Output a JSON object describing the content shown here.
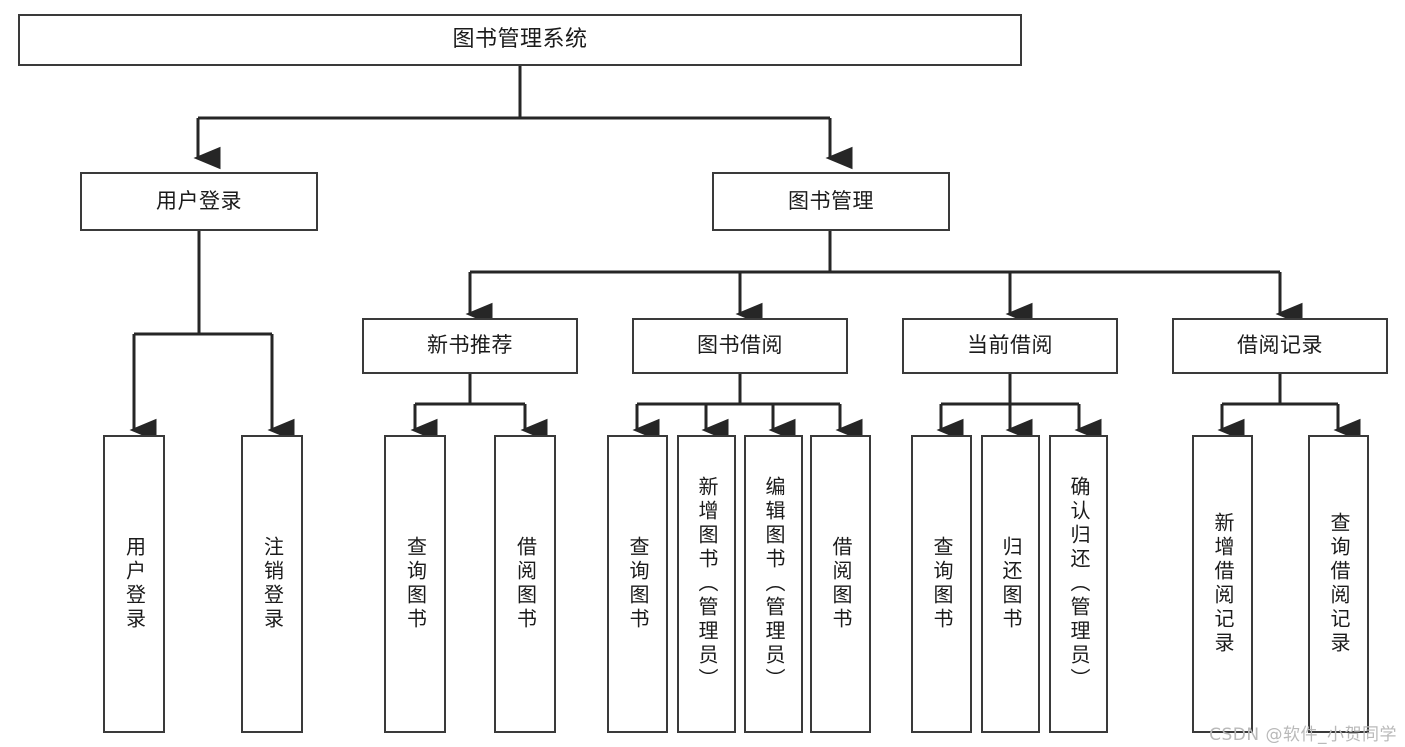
{
  "diagram": {
    "type": "tree",
    "title": "图书管理系统",
    "root": {
      "label": "图书管理系统"
    },
    "level2": [
      {
        "label": "用户登录"
      },
      {
        "label": "图书管理"
      }
    ],
    "level3": [
      {
        "label": "新书推荐"
      },
      {
        "label": "图书借阅"
      },
      {
        "label": "当前借阅"
      },
      {
        "label": "借阅记录"
      }
    ],
    "leaves": {
      "user_login": [
        {
          "label": "用户登录"
        },
        {
          "label": "注销登录"
        }
      ],
      "new_book_recommend": [
        {
          "label": "查询图书"
        },
        {
          "label": "借阅图书"
        }
      ],
      "book_borrow": [
        {
          "label": "查询图书"
        },
        {
          "label": "新增图书（管理员）"
        },
        {
          "label": "编辑图书（管理员）"
        },
        {
          "label": "借阅图书"
        }
      ],
      "current_borrow": [
        {
          "label": "查询图书"
        },
        {
          "label": "归还图书"
        },
        {
          "label": "确认归还（管理员）"
        }
      ],
      "borrow_record": [
        {
          "label": "新增借阅记录"
        },
        {
          "label": "查询借阅记录"
        }
      ]
    }
  },
  "watermark": {
    "text": "CSDN @软件_小贺同学"
  },
  "colors": {
    "box_border": "#3a3a3a",
    "box_fill": "#ffffff",
    "connector": "#262626",
    "text": "#1b1b1b",
    "watermark": "#b9b9b9"
  }
}
